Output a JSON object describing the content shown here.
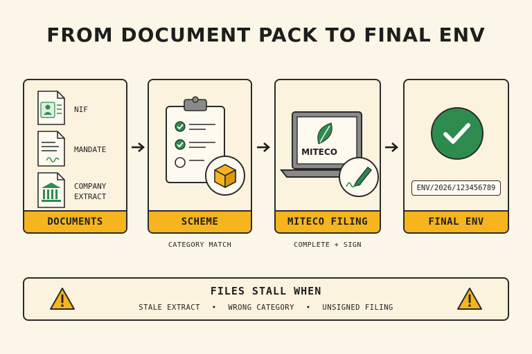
{
  "title": "FROM DOCUMENT PACK TO FINAL ENV",
  "steps": [
    {
      "label": "DOCUMENTS",
      "caption": ""
    },
    {
      "label": "SCHEME",
      "caption": "CATEGORY MATCH"
    },
    {
      "label": "MITECO FILING",
      "caption": "COMPLETE + SIGN"
    },
    {
      "label": "FINAL ENV",
      "caption": ""
    }
  ],
  "documents": [
    {
      "name": "NIF",
      "icon": "id-card-icon"
    },
    {
      "name": "MANDATE",
      "icon": "signed-document-icon"
    },
    {
      "name": "COMPANY\nEXTRACT",
      "icon": "bank-building-icon"
    }
  ],
  "miteco_screen_text": "MITECO",
  "env_number": "ENV/2026/123456789",
  "stall": {
    "title": "FILES STALL WHEN",
    "reasons": [
      "STALE EXTRACT",
      "WRONG CATEGORY",
      "UNSIGNED FILING"
    ],
    "separator": "•"
  },
  "colors": {
    "accent": "#f6b51e",
    "green": "#2e8b4e",
    "background": "#fbf6e7",
    "outline": "#2a2a2a"
  }
}
